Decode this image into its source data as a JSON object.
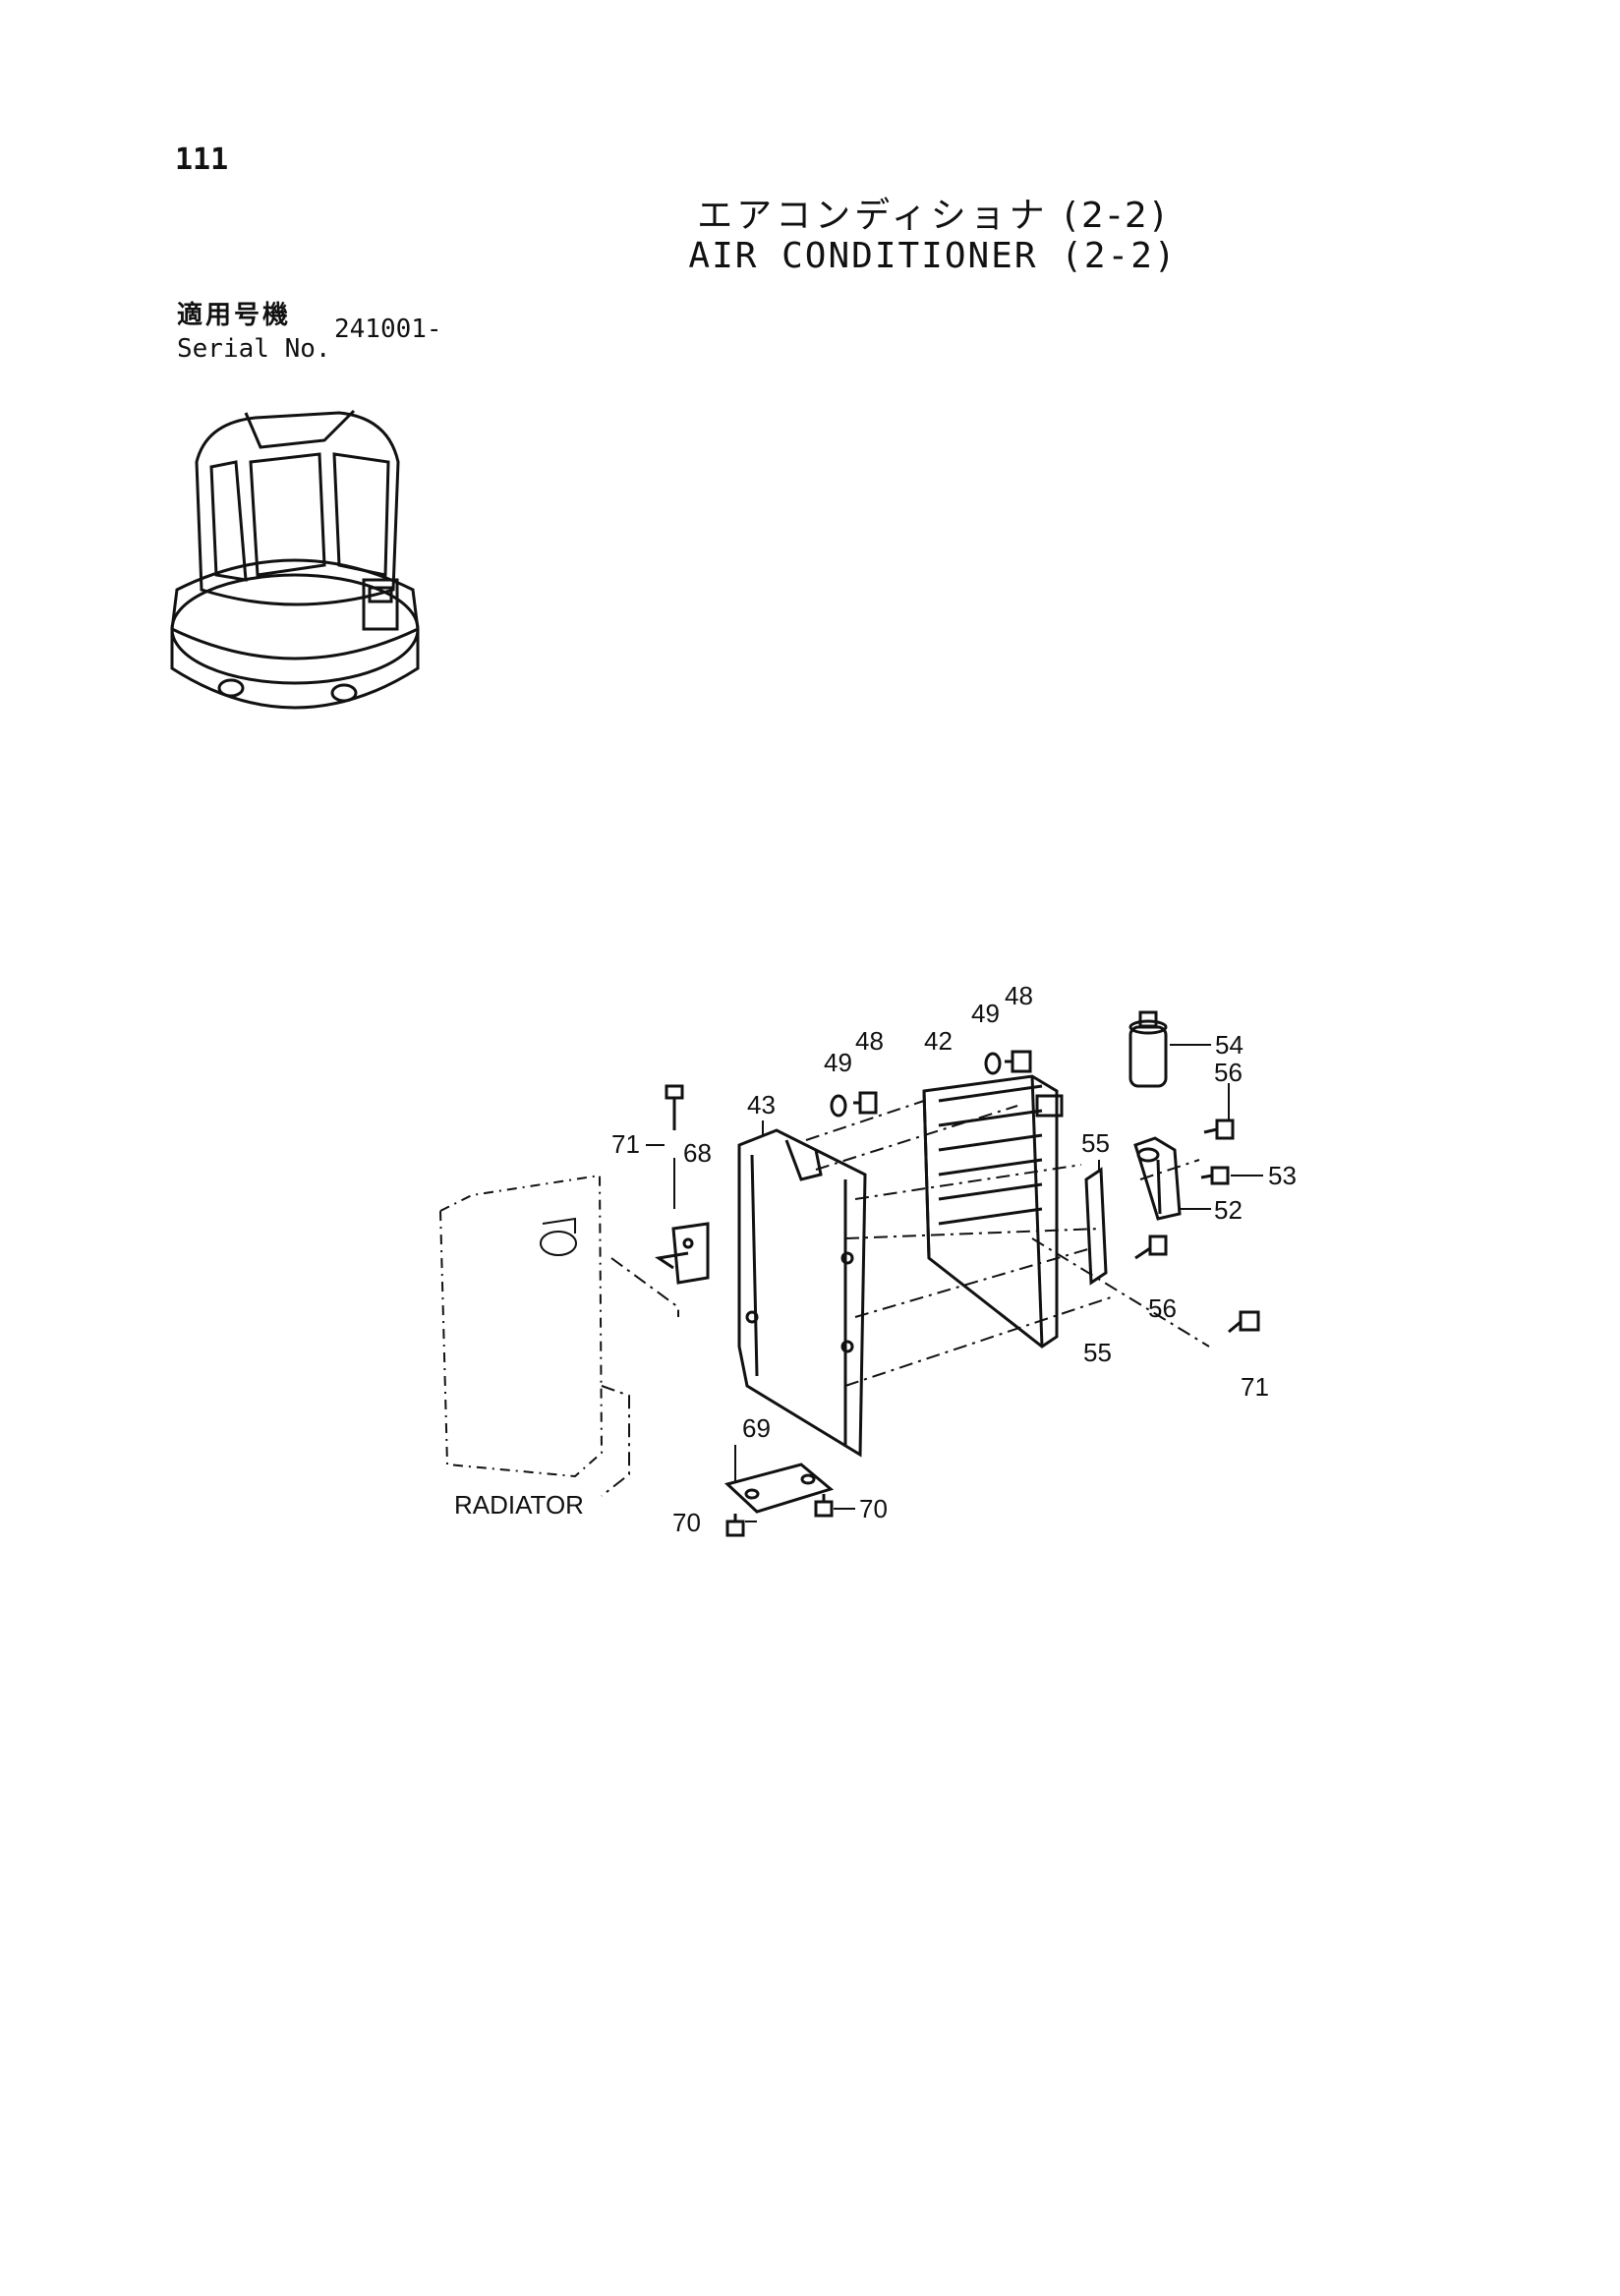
{
  "header": {
    "page_number": "111",
    "title_jp": "エアコンディショナ (2-2)",
    "title_en": "AIR CONDITIONER (2-2)",
    "serial_label_jp": "適用号機",
    "serial_label_en": "Serial No.",
    "serial_value": "241001-"
  },
  "callouts": {
    "p42": "42",
    "p43": "43",
    "p48a": "48",
    "p48b": "48",
    "p49a": "49",
    "p49b": "49",
    "p52": "52",
    "p53": "53",
    "p54": "54",
    "p55a": "55",
    "p55b": "55",
    "p56a": "56",
    "p56b": "56",
    "p68": "68",
    "p69": "69",
    "p70a": "70",
    "p70b": "70",
    "p71a": "71",
    "p71b": "71",
    "radiator": "RADIATOR"
  }
}
